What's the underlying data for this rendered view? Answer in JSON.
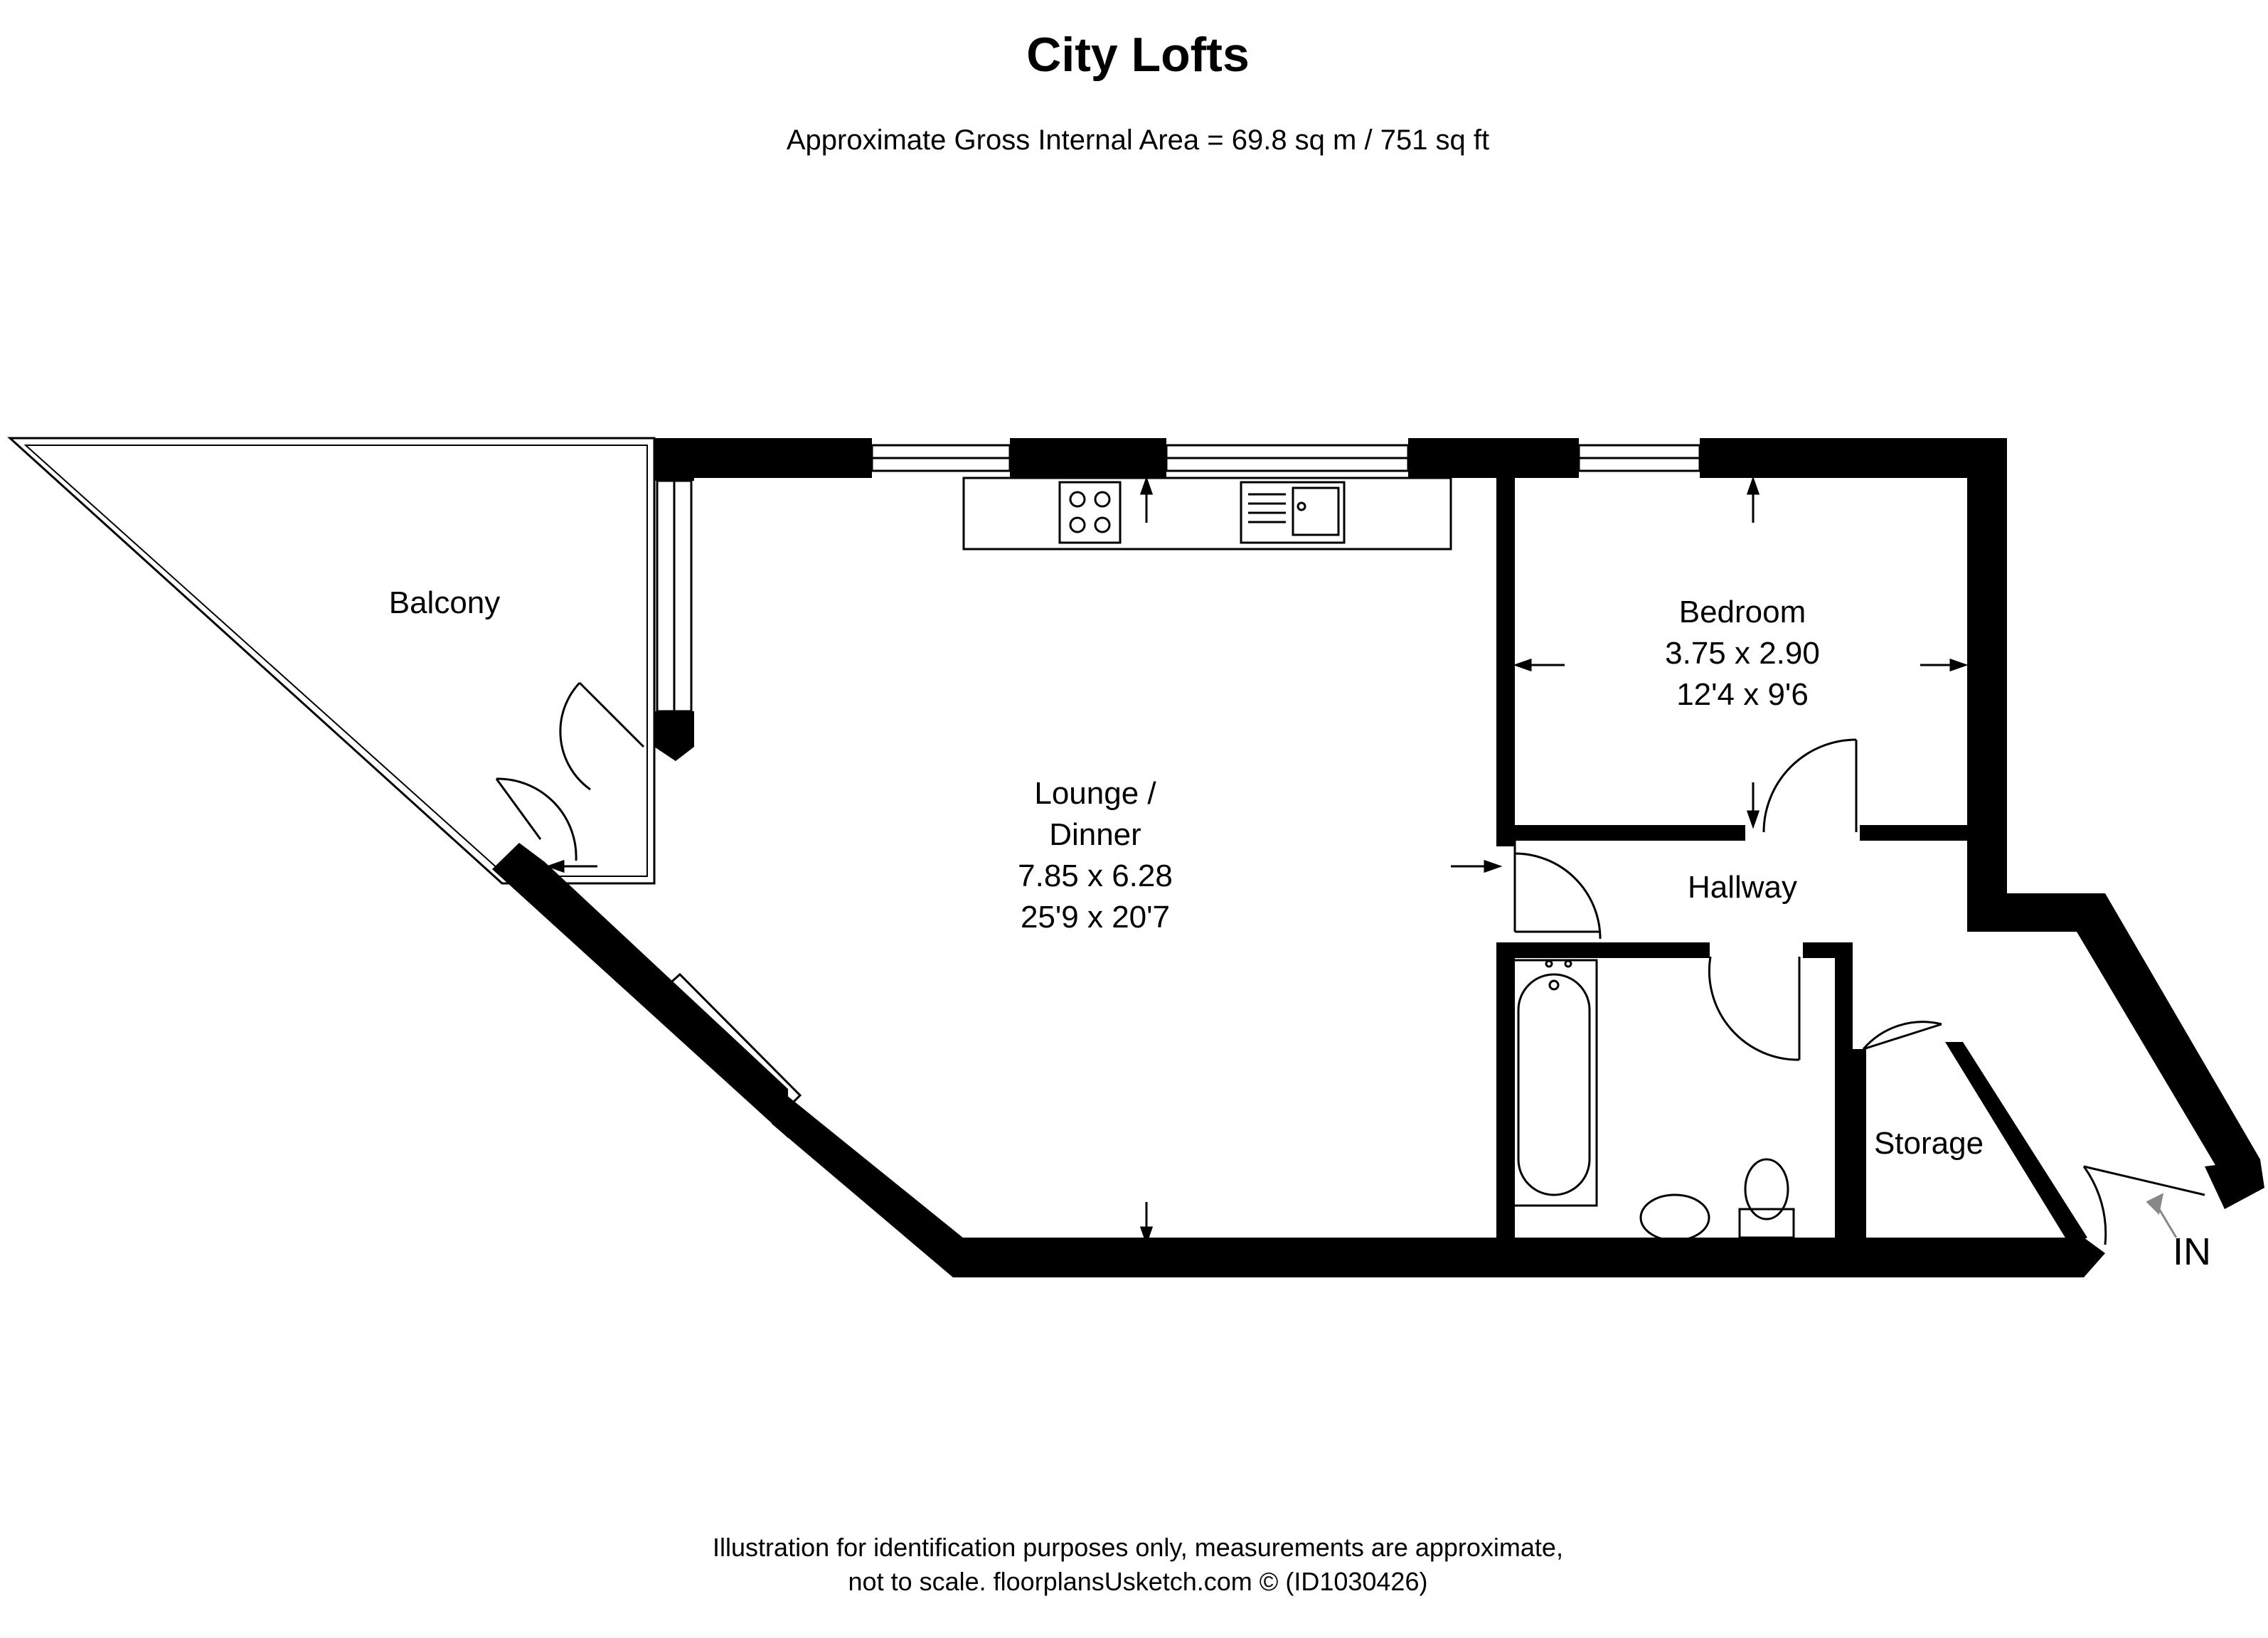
{
  "header": {
    "title": "City Lofts",
    "subtitle": "Approximate Gross Internal Area = 69.8 sq m / 751 sq ft"
  },
  "rooms": {
    "balcony": {
      "name": "Balcony"
    },
    "lounge": {
      "name_line1": "Lounge /",
      "name_line2": "Dinner",
      "metric": "7.85 x 6.28",
      "imperial": "25'9 x 20'7"
    },
    "bedroom": {
      "name": "Bedroom",
      "metric": "3.75 x 2.90",
      "imperial": "12'4 x 9'6"
    },
    "hallway": {
      "name": "Hallway"
    },
    "storage": {
      "name": "Storage"
    },
    "entrance": {
      "label": "IN"
    }
  },
  "footer": {
    "line1": "Illustration for identification purposes only, measurements are approximate,",
    "line2": "not to scale. floorplansUsketch.com © (ID1030426)"
  },
  "colors": {
    "wall": "#000000",
    "fixture_line": "#555555",
    "background": "#ffffff"
  }
}
